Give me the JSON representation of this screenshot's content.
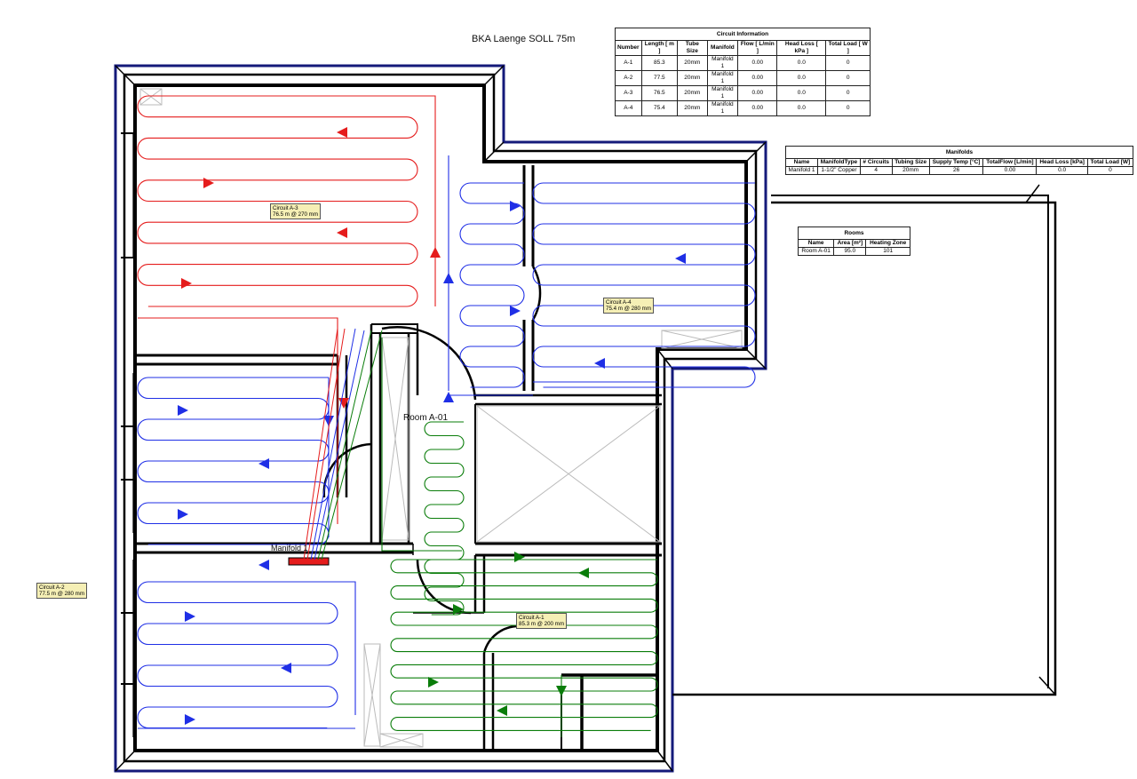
{
  "document": {
    "title": "BKA Laenge SOLL 75m"
  },
  "colors": {
    "circuit_a1": "#0a7d0a",
    "circuit_a2": "#1f2fe6",
    "circuit_a3": "#e51c1c",
    "circuit_a4": "#1f2fe6",
    "wall_outline": "#141a7a",
    "label_bg": "#f5efb5"
  },
  "circuit_info": {
    "caption": "Circuit Information",
    "headers": [
      "Number",
      "Length [ m ]",
      "Tube Size",
      "Manifold",
      "Flow [ L/min ]",
      "Head Loss [ kPa ]",
      "Total Load [ W ]"
    ],
    "rows": [
      [
        "A-1",
        "85.3",
        "20mm",
        "Manifold 1",
        "0.00",
        "0.0",
        "0"
      ],
      [
        "A-2",
        "77.5",
        "20mm",
        "Manifold 1",
        "0.00",
        "0.0",
        "0"
      ],
      [
        "A-3",
        "76.5",
        "20mm",
        "Manifold 1",
        "0.00",
        "0.0",
        "0"
      ],
      [
        "A-4",
        "75.4",
        "20mm",
        "Manifold 1",
        "0.00",
        "0.0",
        "0"
      ]
    ]
  },
  "manifolds": {
    "caption": "Manifolds",
    "headers": [
      "Name",
      "ManifoldType",
      "# Circuits",
      "Tubing Size",
      "Supply Temp [°C]",
      "TotalFlow [L/min]",
      "Head Loss [kPa]",
      "Total Load [W]"
    ],
    "rows": [
      [
        "Manifold 1",
        "1-1/2\" Copper",
        "4",
        "20mm",
        "26",
        "0.00",
        "0.0",
        "0"
      ]
    ]
  },
  "rooms": {
    "caption": "Rooms",
    "headers": [
      "Name",
      "Area [m²]",
      "Heating Zone"
    ],
    "rows": [
      [
        "Room A-01",
        "95.0",
        "101"
      ]
    ]
  },
  "plan": {
    "room_label": "Room A-01",
    "manifold_label": "Manifold 1",
    "circuit_labels": {
      "a1": {
        "name": "Circuit A-1",
        "spec": "85.3 m @ 200 mm"
      },
      "a2": {
        "name": "Circuit A-2",
        "spec": "77.5 m @ 280 mm"
      },
      "a3": {
        "name": "Circuit A-3",
        "spec": "76.5 m @ 270 mm"
      },
      "a4": {
        "name": "Circuit A-4",
        "spec": "75.4 m @ 280 mm"
      }
    }
  }
}
